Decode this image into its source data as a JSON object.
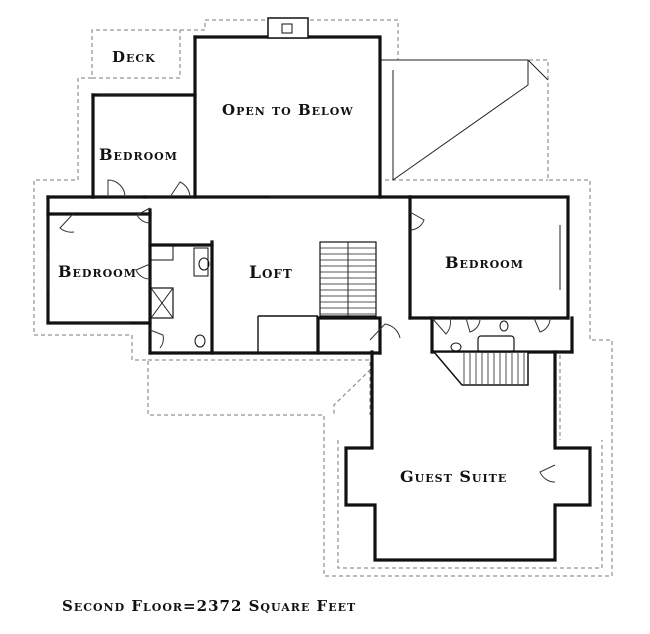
{
  "rooms": {
    "deck": "Deck",
    "open_to_below": "Open to Below",
    "bedroom_upper_left": "Bedroom",
    "bedroom_left": "Bedroom",
    "loft": "Loft",
    "bedroom_right": "Bedroom",
    "guest_suite": "Guest Suite"
  },
  "caption": "Second Floor=2372 Square Feet"
}
